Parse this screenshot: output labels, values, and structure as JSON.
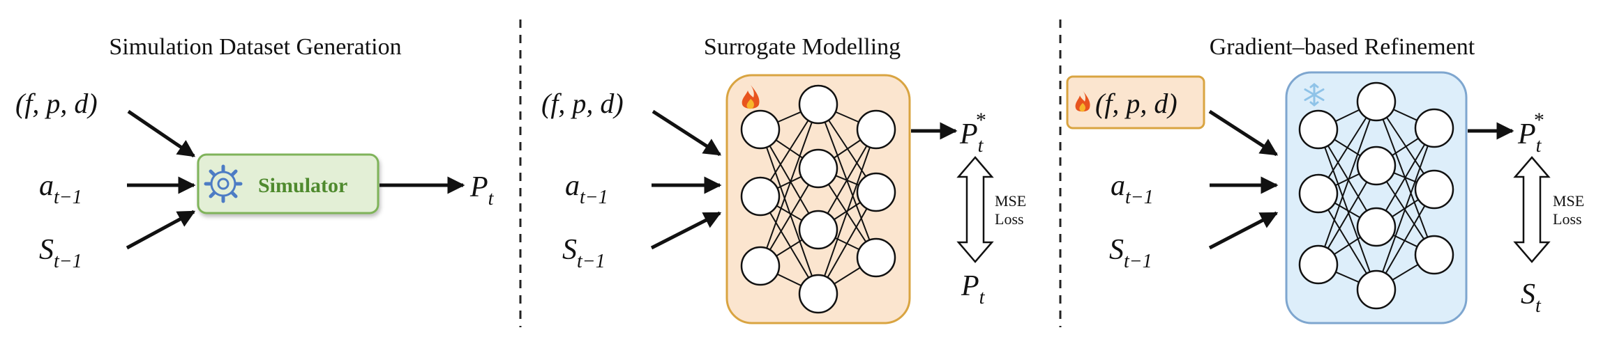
{
  "panels": {
    "simulation": {
      "title": "Simulation Dataset Generation",
      "inputs": {
        "params": "(f, p, d)",
        "action_base": "a",
        "action_sub": "t−1",
        "state_base": "S",
        "state_sub": "t−1"
      },
      "simulator_label": "Simulator",
      "output_base": "P",
      "output_sub": "t"
    },
    "surrogate": {
      "title": "Surrogate Modelling",
      "inputs": {
        "params": "(f, p, d)",
        "action_base": "a",
        "action_sub": "t−1",
        "state_base": "S",
        "state_sub": "t−1"
      },
      "prediction_base": "P",
      "prediction_sub": "t",
      "prediction_sup": "*",
      "loss_line1": "MSE",
      "loss_line2": "Loss",
      "target_base": "P",
      "target_sub": "t",
      "icon": "fire-icon"
    },
    "refinement": {
      "title": "Gradient–based Refinement",
      "inputs": {
        "params": "(f, p, d)",
        "action_base": "a",
        "action_sub": "t−1",
        "state_base": "S",
        "state_sub": "t−1"
      },
      "prediction_base": "P",
      "prediction_sub": "t",
      "prediction_sup": "*",
      "loss_line1": "MSE",
      "loss_line2": "Loss",
      "target_base": "S",
      "target_sub": "t",
      "icon": "snowflake-icon",
      "params_icon": "fire-icon"
    }
  },
  "colors": {
    "simulator_fill": "#e3efd6",
    "simulator_stroke": "#7fb35a",
    "surrogate_fill": "#fbe5cf",
    "surrogate_stroke": "#d9a441",
    "refine_fill": "#ddeefa",
    "refine_stroke": "#7ea6cf",
    "params_fill": "#fbe5cf",
    "params_stroke": "#d9a441"
  }
}
